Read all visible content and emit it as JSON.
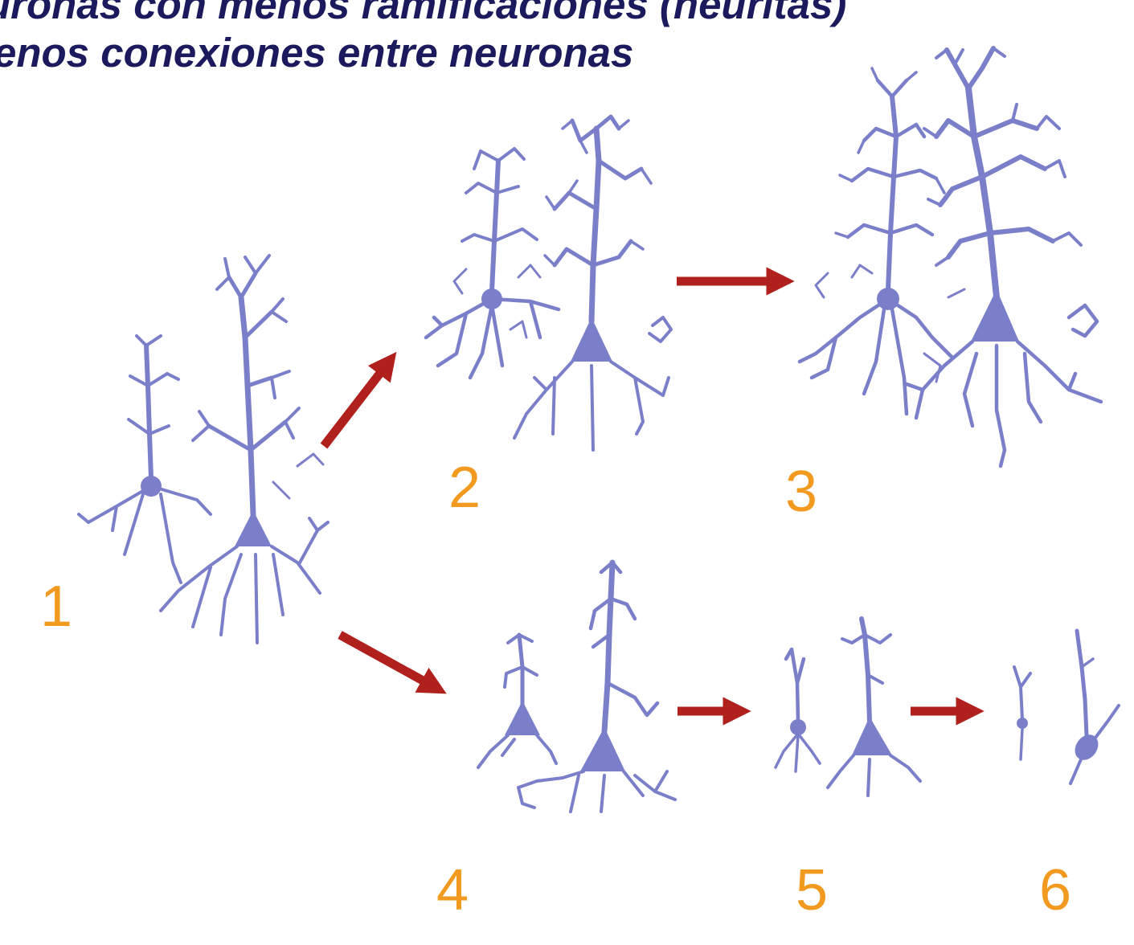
{
  "title": {
    "line1": "uronas con menos ramificaciones (neuritas)",
    "line2": "enos conexiones entre neuronas"
  },
  "stages": [
    {
      "label": "1",
      "icon": "neuron-pair-icon"
    },
    {
      "label": "2",
      "icon": "neuron-pair-icon"
    },
    {
      "label": "3",
      "icon": "neuron-pair-icon"
    },
    {
      "label": "4",
      "icon": "neuron-pair-icon"
    },
    {
      "label": "5",
      "icon": "neuron-pair-icon"
    },
    {
      "label": "6",
      "icon": "neuron-pair-icon"
    }
  ],
  "arrows": [
    {
      "from": "1",
      "to": "2"
    },
    {
      "from": "2",
      "to": "3"
    },
    {
      "from": "1",
      "to": "4"
    },
    {
      "from": "4",
      "to": "5"
    },
    {
      "from": "5",
      "to": "6"
    }
  ],
  "colors": {
    "title": "#1a1a5c",
    "neuron": "#7b7fc9",
    "arrow": "#b0201c",
    "stage_label": "#f29a1f",
    "background": "#ffffff"
  }
}
